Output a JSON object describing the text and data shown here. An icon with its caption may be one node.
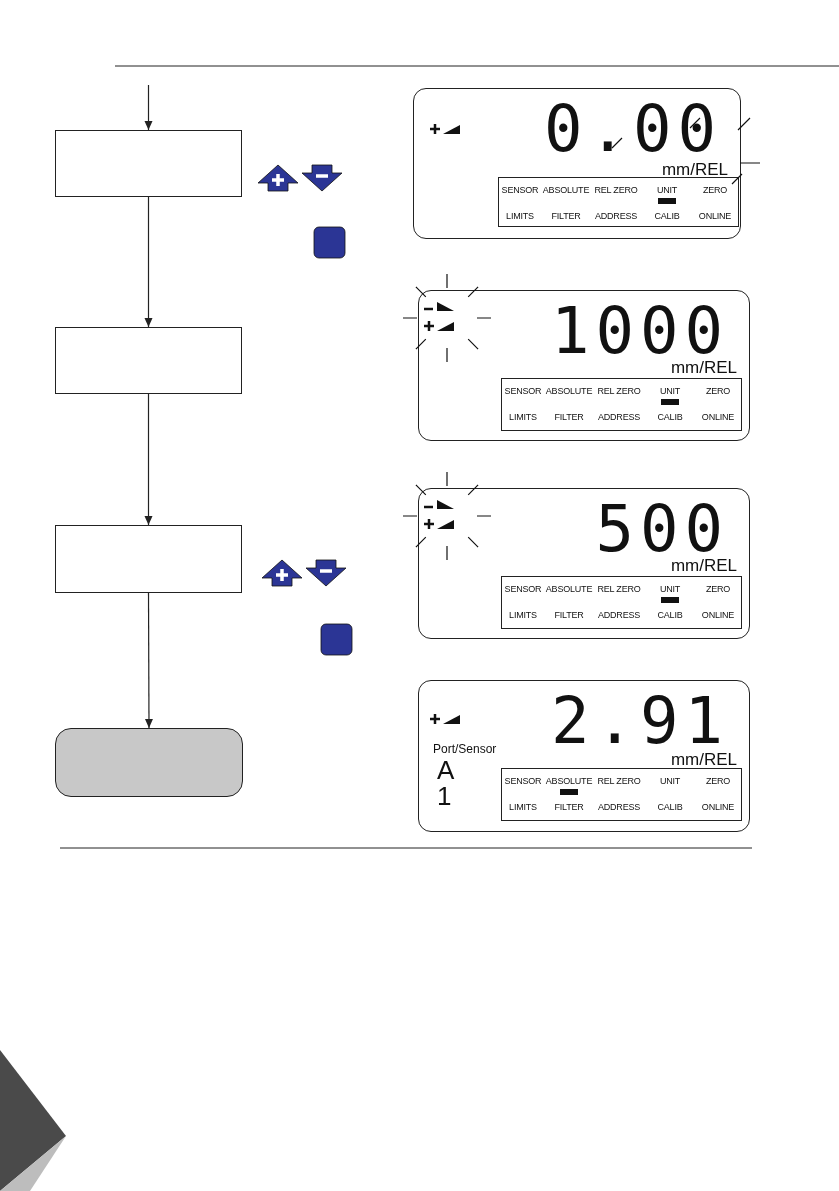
{
  "diagram": {
    "nodes": [
      {
        "text": [],
        "shape": "box"
      },
      {
        "text": [],
        "shape": "box"
      },
      {
        "text": [],
        "shape": "box"
      },
      {
        "text": [],
        "shape": "box"
      },
      {
        "text": [
          "0.00",
          "mm/REL"
        ]
      },
      {
        "text": [
          "SENSOR",
          "ABSOLUTE",
          "REL ZERO",
          "UNIT",
          "ZERO",
          "LIMITS",
          "FILTER",
          "ADDRESS",
          "CALIB",
          "ONLINE"
        ],
        "in": 4
      },
      {
        "text": [
          "1000",
          "mm/REL"
        ]
      },
      {
        "text": [
          "SENSOR",
          "ABSOLUTE",
          "REL ZERO",
          "UNIT",
          "ZERO",
          "LIMITS",
          "FILTER",
          "ADDRESS",
          "CALIB",
          "ONLINE"
        ],
        "in": 6
      },
      {
        "text": [
          "500",
          "mm/REL"
        ]
      },
      {
        "text": [
          "SENSOR",
          "ABSOLUTE",
          "REL ZERO",
          "UNIT",
          "ZERO",
          "LIMITS",
          "FILTER",
          "ADDRESS",
          "CALIB",
          "ONLINE"
        ],
        "in": 8
      },
      {
        "text": [
          "2.91",
          "Port/Sensor",
          "A",
          "1",
          "mm/REL"
        ]
      },
      {
        "text": [
          "SENSOR",
          "ABSOLUTE",
          "REL ZERO",
          "UNIT",
          "ZERO",
          "LIMITS",
          "FILTER",
          "ADDRESS",
          "CALIB",
          "ONLINE"
        ],
        "in": 10
      }
    ],
    "edges": [
      {
        "from": null,
        "to": 0,
        "arrow": "to"
      },
      {
        "from": 0,
        "to": 1,
        "arrow": "to"
      },
      {
        "from": 1,
        "to": 2,
        "arrow": "to"
      },
      {
        "from": 2,
        "to": 3,
        "arrow": "to"
      }
    ]
  }
}
